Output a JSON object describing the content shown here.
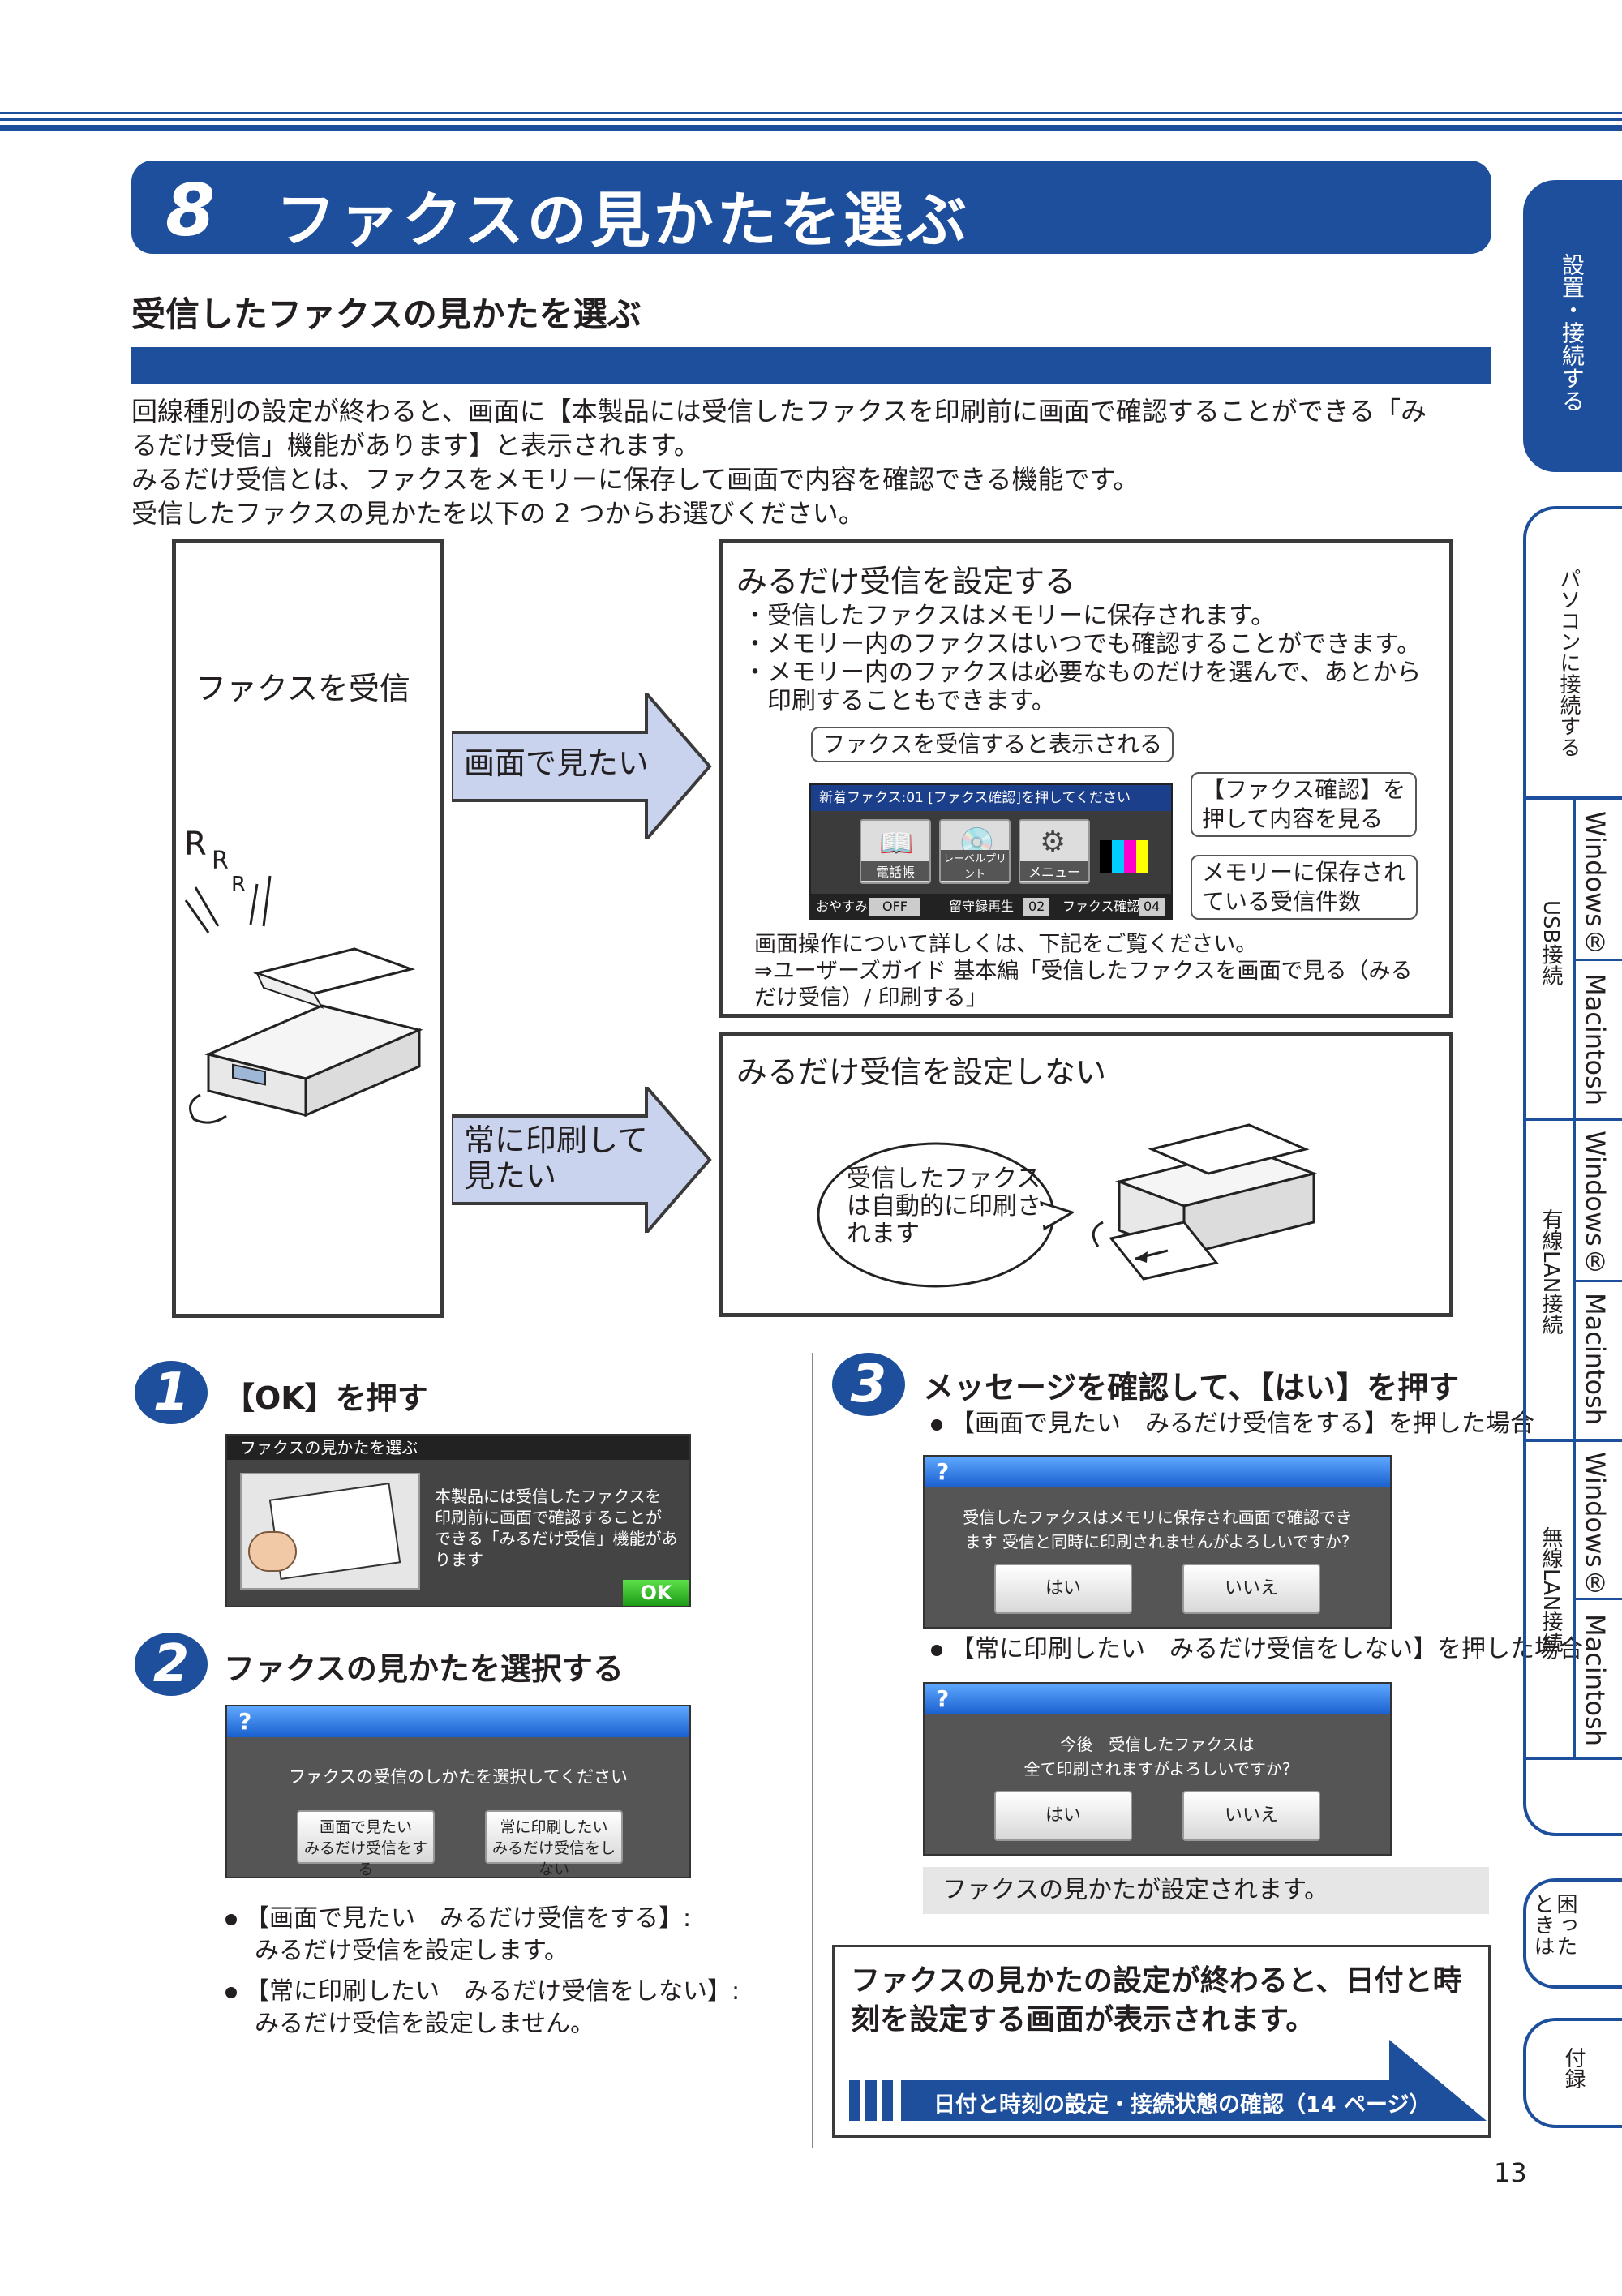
{
  "header": {
    "number": "8",
    "title": "ファクスの見かたを選ぶ"
  },
  "section": {
    "title": "受信したファクスの見かたを選ぶ"
  },
  "intro": [
    "回線種別の設定が終わると、画面に【本製品には受信したファクスを印刷前に画面で確認することができる「み",
    "るだけ受信」機能があります】と表示されます。",
    "みるだけ受信とは、ファクスをメモリーに保存して画面で内容を確認できる機能です。",
    "受信したファクスの見かたを以下の 2 つからお選びください。"
  ],
  "diagram": {
    "left_label": "ファクスを受信",
    "ring": "R",
    "arrow_top": [
      "画面で見たい"
    ],
    "arrow_bottom": [
      "常に印刷して",
      "見たい"
    ],
    "box_top": {
      "title": "みるだけ受信を設定する",
      "bullets": [
        "・受信したファクスはメモリーに保存されます。",
        "・メモリー内のファクスはいつでも確認することができます。",
        "・メモリー内のファクスは必要なものだけを選んで、あとから",
        "　印刷することもできます。"
      ],
      "callout_top": "ファクスを受信すると表示される",
      "callout_right1": [
        "【ファクス確認】を",
        "押して内容を見る"
      ],
      "callout_right2": [
        "メモリーに保存され",
        "ている受信件数"
      ],
      "lcd": {
        "status": "新着ファクス:01 [ファクス確認]を押してください",
        "buttons": [
          "電話帳",
          "レーベルプリント",
          "メニュー"
        ],
        "bottom": [
          "おやすみ",
          "OFF",
          "留守録再生",
          "02",
          "ファクス確認",
          "04"
        ]
      },
      "note": [
        "画面操作について詳しくは、下記をご覧ください。",
        "⇒ユーザーズガイド 基本編「受信したファクスを画面で見る（みる",
        "だけ受信）/ 印刷する」"
      ]
    },
    "box_bottom": {
      "title": "みるだけ受信を設定しない",
      "bubble": [
        "受信したファクス",
        "は自動的に印刷さ",
        "れます"
      ]
    }
  },
  "steps": {
    "s1": {
      "num": "1",
      "title": "【OK】を押す",
      "screen_title": "ファクスの見かたを選ぶ",
      "screen_msg": [
        "本製品には受信したファクスを",
        "印刷前に画面で確認することが",
        "できる「みるだけ受信」機能があります"
      ],
      "ok": "OK"
    },
    "s2": {
      "num": "2",
      "title": "ファクスの見かたを選択する",
      "screen_title": "?",
      "screen_msg": [
        "ファクスの受信のしかたを選択してください"
      ],
      "btn1": [
        "画面で見たい",
        "みるだけ受信をする"
      ],
      "btn2": [
        "常に印刷したい",
        "みるだけ受信をしない"
      ],
      "bullets": [
        {
          "line1": "【画面で見たい　みるだけ受信をする】:",
          "line2": "みるだけ受信を設定します。"
        },
        {
          "line1": "【常に印刷したい　みるだけ受信をしない】:",
          "line2": "みるだけ受信を設定しません。"
        }
      ]
    },
    "s3": {
      "num": "3",
      "title": "メッセージを確認して、【はい】を押す",
      "case1": "【画面で見たい　みるだけ受信をする】を押した場合",
      "screen1_title": "?",
      "screen1_msg": [
        "受信したファクスはメモリに保存され画面で確認でき",
        "ます 受信と同時に印刷されませんがよろしいですか?"
      ],
      "case2": "【常に印刷したい　みるだけ受信をしない】を押した場合",
      "screen2_title": "?",
      "screen2_msg": [
        "今後　受信したファクスは",
        "全て印刷されますがよろしいですか?"
      ],
      "yes": "はい",
      "no": "いいえ",
      "result": "ファクスの見かたが設定されます。"
    }
  },
  "next": {
    "text": [
      "ファクスの見かたの設定が終わると、日付と時",
      "刻を設定する画面が表示されます。"
    ],
    "link": "日付と時刻の設定・接続状態の確認（14 ページ）"
  },
  "tabs": {
    "t1": "設置・接続する",
    "t2": "パソコンに接続する",
    "t3_group": "USB接続",
    "t4_group": "有線LAN接続",
    "t5_group": "無線LAN接続",
    "windows": "Windows®",
    "macintosh": "Macintosh",
    "t6": [
      "困った",
      "ときは"
    ],
    "t7": "付録"
  },
  "page_number": "13",
  "colors": {
    "brand": "#1e4f9c",
    "arrow": "#c9d3ee"
  }
}
